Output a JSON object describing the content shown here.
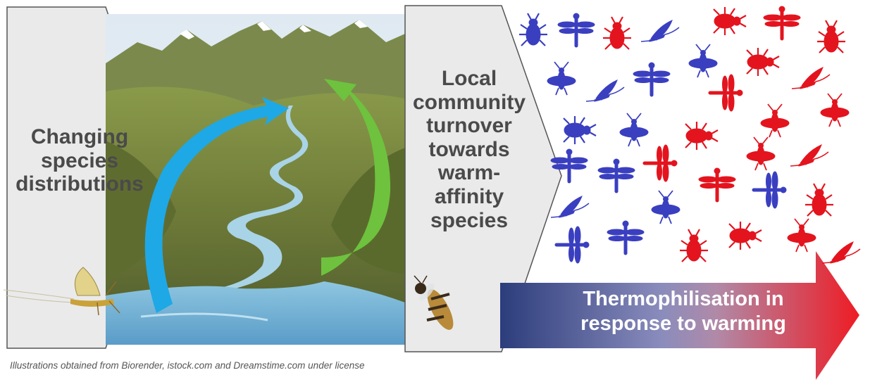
{
  "left_panel": {
    "lines": [
      "Changing",
      "species",
      "distributions"
    ]
  },
  "middle_panel": {
    "lines": [
      "Local",
      "community",
      "turnover",
      "towards",
      "warm-",
      "affinity",
      "species"
    ]
  },
  "arrow": {
    "lines": [
      "Thermophilisation in",
      "response to warming"
    ]
  },
  "credit": "Illustrations obtained from Biorender, istock.com and Dreamstime.com under license",
  "colors": {
    "chevron_fill": "#eaeaea",
    "chevron_stroke": "#555555",
    "text_dark": "#4a4a4a",
    "cold_blue": "#3a3fc0",
    "warm_red": "#e3141e",
    "arrow_start": "#2c3d7c",
    "arrow_end": "#ee1c24",
    "blue_arrow": "#1ea8e6",
    "green_arrow": "#6ec23e"
  }
}
